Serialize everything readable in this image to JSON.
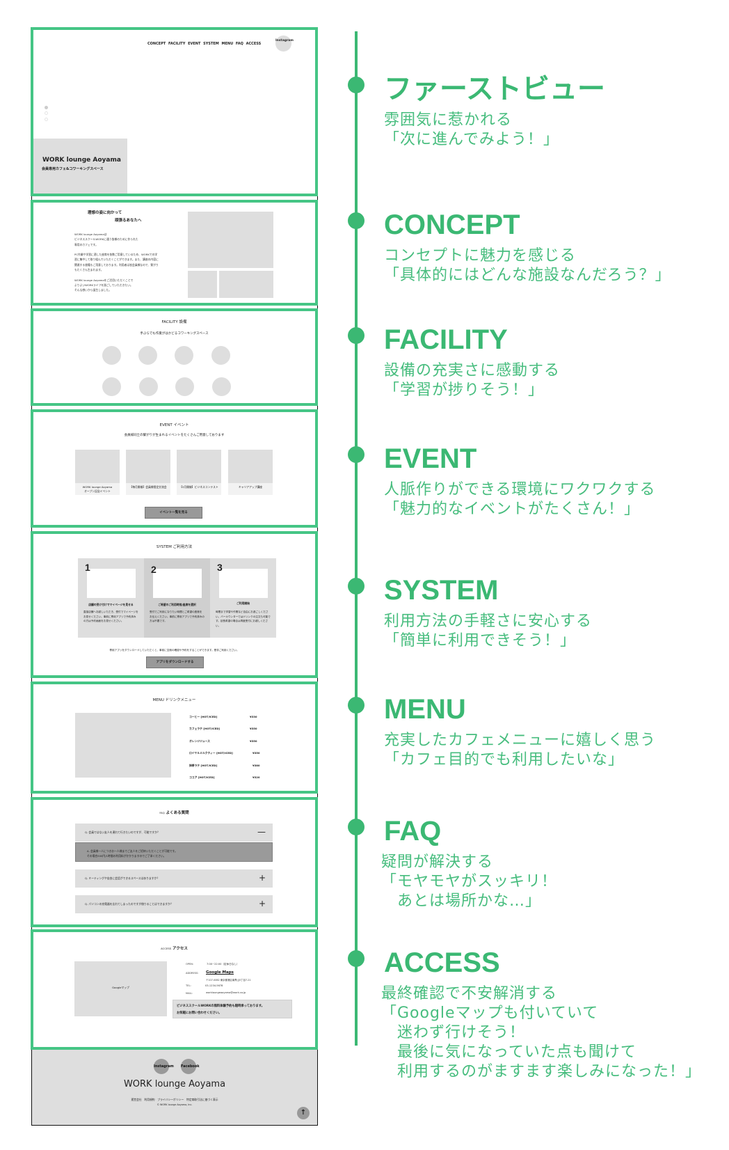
{
  "colors": {
    "accent": "#3bb873",
    "frame": "#45c585",
    "placeholder": "#dedede",
    "button": "#999999"
  },
  "mock": {
    "firstview": {
      "nav": [
        "CONCEPT",
        "FACILITY",
        "EVENT",
        "SYSTEM",
        "MENU",
        "FAQ",
        "ACCESS"
      ],
      "instagram": "Instagram",
      "title": "WORK lounge Aoyama",
      "subtitle": "会員専用カフェ&コワーキングスペース"
    },
    "concept": {
      "heading_line1": "理想の姿に向かって",
      "heading_line2": "頑張るあなたへ",
      "body": "WORK lounge Aoyamaは\nビジネススクールWORKに通う皆様のために作られた\n専用のカフェです。\n\nPC作業や学習に適した座席を各数ご用意しているため、WORKでの学\n習に集中して取り組んでいただくことができます。また、講座の内容に\n関連する書籍もご用意しております。利用者は皆会員様なので、繋がり\nもたくさん生まれます。\n\nWORK lounge Aoyamaをご活用いただくことで\nよりよいWORKライフを過ごしていただきたい。\nそんな想いから誕生しました。"
    },
    "facility": {
      "title": "FACILITY 設備",
      "subtitle": "手ぶらでも作業がはかどるコワーキングスペース"
    },
    "event": {
      "title": "EVENT イベント",
      "subtitle": "会員様同士の繋がりが生まれるイベントをたくさんご用意しております",
      "cards": [
        "WORK lounge Aoyama\nオープン記念イベント",
        "【毎月開催】会員様限定交流会",
        "【3月開催】ビジネスコンテスト",
        "キャリアアップ講座"
      ],
      "button": "イベント一覧を見る"
    },
    "system": {
      "title": "SYSTEM ご利用方法",
      "steps": [
        {
          "num": "1",
          "title": "店舗の受け付けでマイページを見せる",
          "text": "直接店舗へお越しいただき、受付でマイページをお見せください。事前に専用アプリで予約済みの方は予約画面をお見せください。"
        },
        {
          "num": "2",
          "title": "ご希望のご利用時間/座席を選択",
          "text": "受付でご利用になりたい時間とご希望の座席をお伝えください。事前に専用アプリで予約済みの方は不要です。"
        },
        {
          "num": "3",
          "title": "ご利用開始",
          "text": "時間まで学習や作業など自由にお過ごしください。バーカウンターではドリンクの注文も可能です。延長希望の場合は再度受付にお越しください。"
        }
      ],
      "note": "専用アプリをダウンロードしていただくと、事前に空席の確認や予約をすることができます。是非ご利用ください。",
      "button": "アプリをダウンロードする"
    },
    "menu": {
      "title": "MENU ドリンクメニュー",
      "items": [
        {
          "name": "コーヒー [HOT/ICED]",
          "price": "¥330"
        },
        {
          "name": "カフェラテ [HOT/ICED]",
          "price": "¥350"
        },
        {
          "name": "オレンジジュース",
          "price": "¥350"
        },
        {
          "name": "ロイヤルミルクティー [HOT/ICED]",
          "price": "¥350"
        },
        {
          "name": "抹茶ラテ [HOT/ICED]",
          "price": "¥380"
        },
        {
          "name": "ココア [HOT/ICED]",
          "price": "¥320"
        }
      ]
    },
    "faq": {
      "title_en": "FAQ",
      "title_ja": "よくある質問",
      "items": [
        {
          "q": "Q. 会員ではない友人を連れて行きたいのですが、可能ですか？",
          "sign": "—",
          "a": "A. 会員様一人につきお一人様までご友人をご招待いただくことが可能です。\nその場合500円/1時間の利用料がかかりますのでご了承ください。"
        },
        {
          "q": "Q. ミーティングや自由に会話ができるスペースはありますか？",
          "sign": "+"
        },
        {
          "q": "Q. パソコンの充電器を忘れてしまったのですが借りることはできますか？",
          "sign": "+"
        }
      ]
    },
    "access": {
      "title_en": "ACCESS",
      "title_ja": "アクセス",
      "map": "Googleマップ",
      "open_label": "OPEN：",
      "open": "7:00~22:00（定休日なし）",
      "address_label": "ADDRESS:",
      "maps_link": "Google Maps",
      "address": "〒107-0062 東京都港区南青山5丁目7-21",
      "tel_label": "TEL:",
      "tel": "03-1234-5678",
      "mail_label": "MAIL:",
      "mail": "workloungeaoyama@work.co.jp",
      "note": "ビジネススクールWORKの無料体験予約も随時承っております。\nお気軽にお問い合わせください。"
    },
    "footer": {
      "instagram": "Instagram",
      "facebook": "Facebook",
      "title": "WORK lounge Aoyama",
      "links": "運営会社　利用規約　プライバシーポリシー　特定商取引法に基づく表示",
      "copyright": "© WORK lounge Aoyama, Inc.",
      "top_arrow": "↑"
    }
  },
  "timeline": [
    {
      "heading": "ファーストビュー",
      "lines": "雰囲気に惹かれる\n「次に進んでみよう！」"
    },
    {
      "heading": "CONCEPT",
      "lines": "コンセプトに魅力を感じる\n「具体的にはどんな施設なんだろう？」"
    },
    {
      "heading": "FACILITY",
      "lines": "設備の充実さに感動する\n「学習が捗りそう！」"
    },
    {
      "heading": "EVENT",
      "lines": "人脈作りができる環境にワクワクする\n「魅力的なイベントがたくさん！」"
    },
    {
      "heading": "SYSTEM",
      "lines": "利用方法の手軽さに安心する\n「簡単に利用できそう！」"
    },
    {
      "heading": "MENU",
      "lines": "充実したカフェメニューに嬉しく思う\n「カフェ目的でも利用したいな」"
    },
    {
      "heading": "FAQ",
      "lines": "疑問が解決する\n「モヤモヤがスッキリ！\n　あとは場所かな…」"
    },
    {
      "heading": "ACCESS",
      "lines": "最終確認で不安解消する\n「Googleマップも付いていて\n　迷わず行けそう！\n　最後に気になっていた点も聞けて\n　利用するのがますます楽しみになった！」"
    }
  ]
}
